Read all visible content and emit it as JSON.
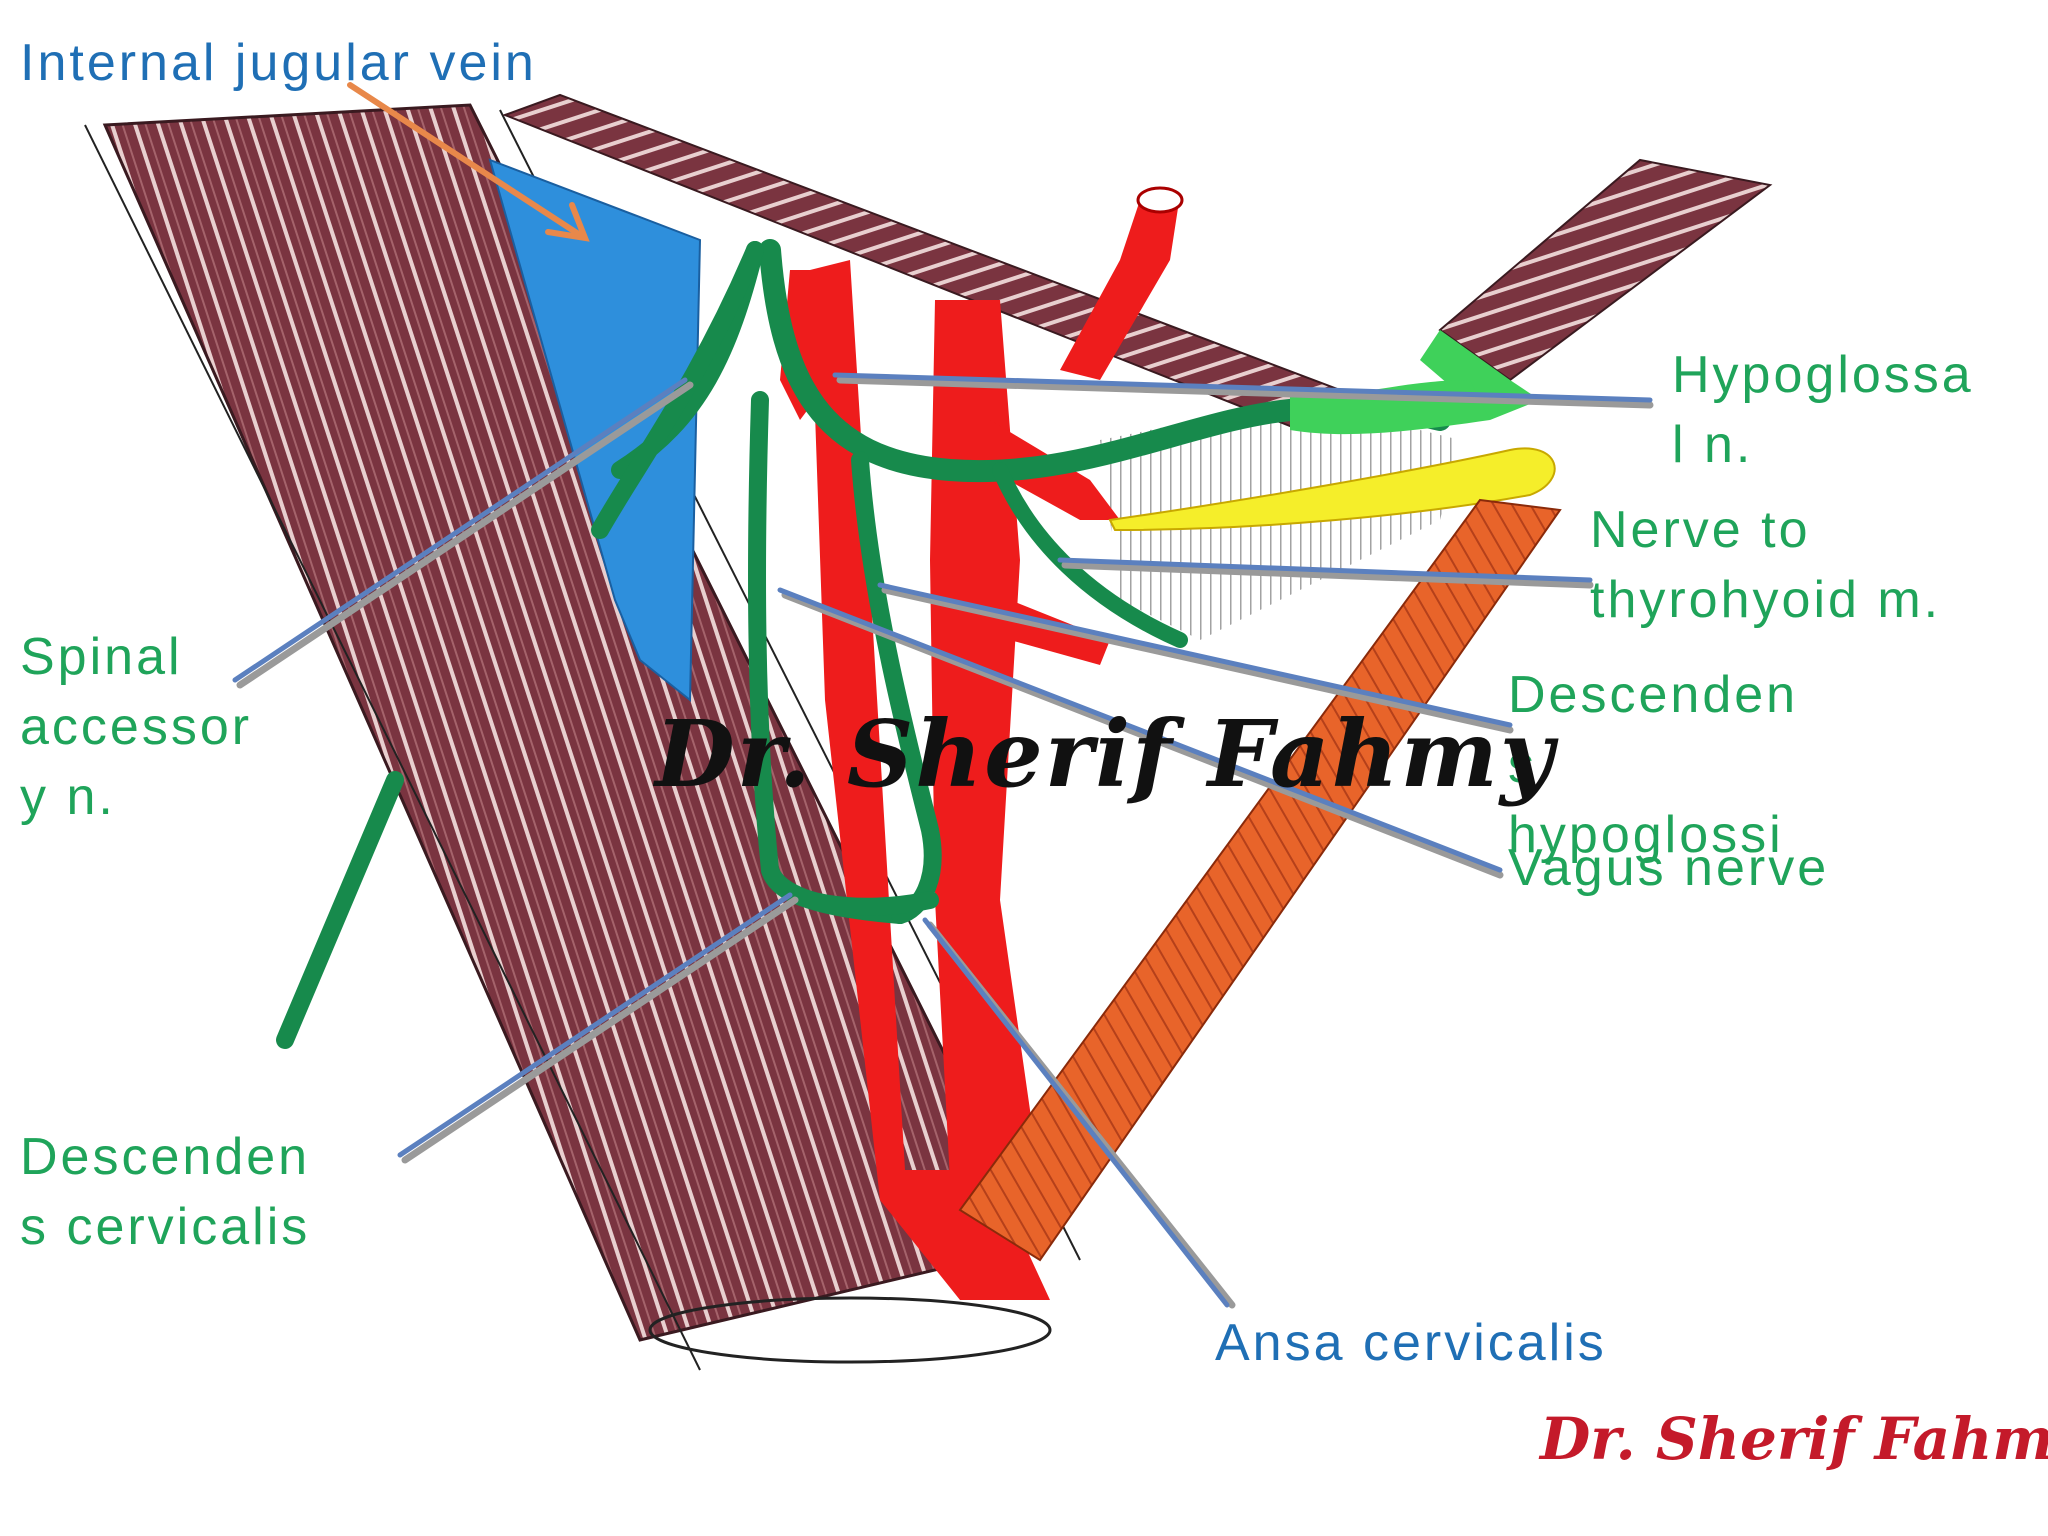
{
  "labels": {
    "internal_jugular_vein": "Internal jugular vein",
    "hypoglossal_n": "Hypoglossa\nl n.",
    "nerve_to_thyrohyoid": "Nerve to\nthyrohyoid m.",
    "descendens_hypoglossi": "Descenden\ns\nhypoglossi",
    "vagus_nerve": "Vagus nerve",
    "spinal_accessory_n": "Spinal\naccessor\ny n.",
    "descendens_cervicalis": "Descenden\ns cervicalis",
    "ansa_cervicalis": "Ansa cervicalis"
  },
  "watermark": {
    "center": "Dr. Sherif Fahmy",
    "corner": "Dr. Sherif Fahmy"
  },
  "colors": {
    "muscle": "#7a3440",
    "muscle_stripe": "#e8cfcf",
    "vein": "#2e8fdc",
    "artery": "#ee1c1c",
    "nerve": "#178a4c",
    "hyoid": "#f5ee2a",
    "omohyoid": "#e8642a",
    "pointer": "#5b80bf",
    "pointer_shadow": "#9a9a9a",
    "orange_pointer": "#e8884a",
    "label_green": "#1fa45a",
    "label_blue": "#1f6fb5"
  }
}
